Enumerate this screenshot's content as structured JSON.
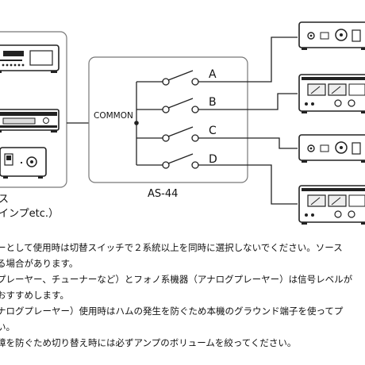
{
  "diagram": {
    "switch_box": {
      "title": "AS-44",
      "common_label": "COMMON",
      "outputs": [
        "A",
        "B",
        "C",
        "D"
      ]
    },
    "source_caption": [
      "ス",
      "インプetc.）"
    ]
  },
  "notes": [
    "ーとして使用時は切替スイッチで２系統以上を同時に選択しないでください。ソース",
    "る場合があります。",
    "プレーヤー、チューナーなど）とフォノ系機器（アナログプレーヤー）は信号レベルが",
    "おすすめします。",
    "ナログプレーヤー）使用時はハムの発生を防ぐため本機のグラウンド端子を使ってプ",
    "い。",
    "障を防ぐため切り替え時には必ずアンプのボリュームを絞ってください。"
  ]
}
